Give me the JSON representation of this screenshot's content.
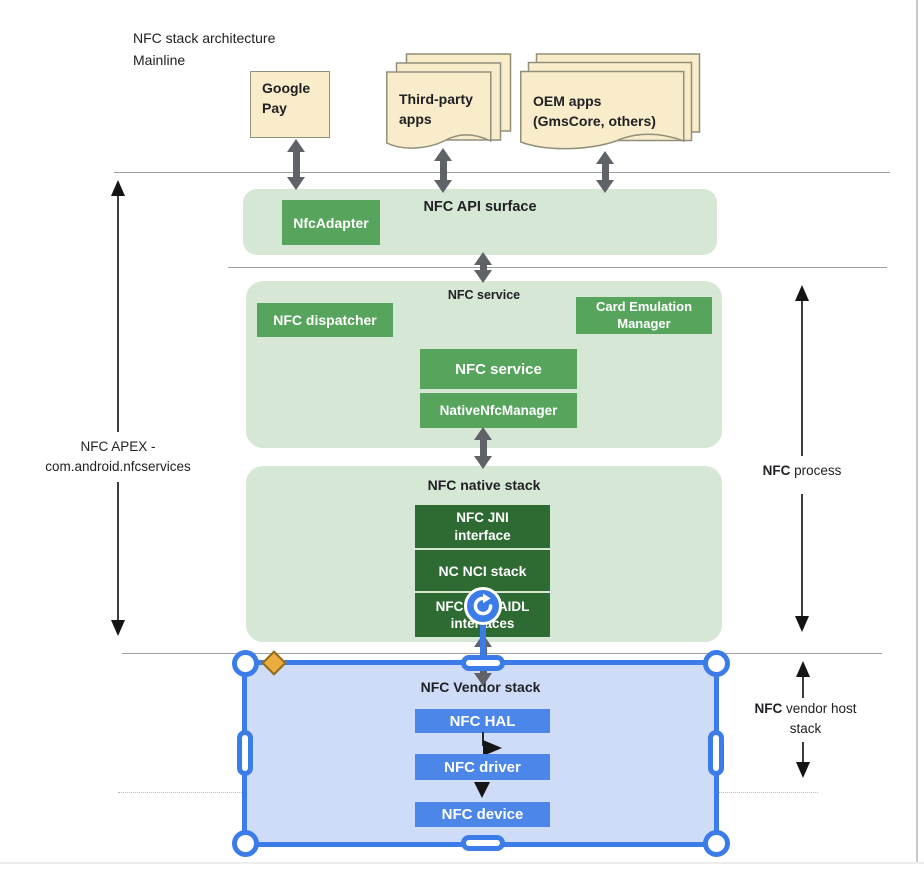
{
  "header": {
    "title": "NFC stack architecture\nMainline"
  },
  "apps": {
    "google_pay": "Google\nPay",
    "third_party": "Third-party\napps",
    "oem": "OEM apps\n(GmsCore, others)"
  },
  "api_surface": {
    "title": "NFC API surface",
    "nfc_adapter": "NfcAdapter"
  },
  "nfc_service": {
    "title": "NFC service",
    "dispatcher": "NFC dispatcher",
    "card_emulation_manager": "Card Emulation\nManager",
    "service": "NFC service",
    "native_nfc_manager": "NativeNfcManager"
  },
  "native_stack": {
    "title": "NFC native stack",
    "jni": "NFC JNI\ninterface",
    "nci": "NC NCI stack",
    "aidl": "NFC HAL AIDL\ninterfaces"
  },
  "vendor_stack": {
    "title": "NFC Vendor stack",
    "hal": "NFC HAL",
    "driver": "NFC driver",
    "device": "NFC device"
  },
  "annotations": {
    "apex": "NFC APEX -\ncom.android.nfcservices",
    "process_bold": "NFC",
    "process_rest": " process",
    "vendor_host_bold": "NFC",
    "vendor_host_rest": " vendor host\nstack"
  },
  "icons": {
    "rotation_handle": "rotate-clockwise"
  },
  "colors": {
    "container_green": "#d7e7d5",
    "button_green": "#57a45c",
    "button_dark_green": "#2d6b32",
    "container_blue": "#cfdcf8",
    "button_blue": "#4b86e8",
    "selection_blue": "#3b7ce8",
    "paper_fill": "#f8ecca",
    "paper_border": "#8f8f7a",
    "arrow_gray": "#5f6368",
    "diamond_fill": "#ecab3e",
    "diamond_border": "#8f6d1d"
  }
}
